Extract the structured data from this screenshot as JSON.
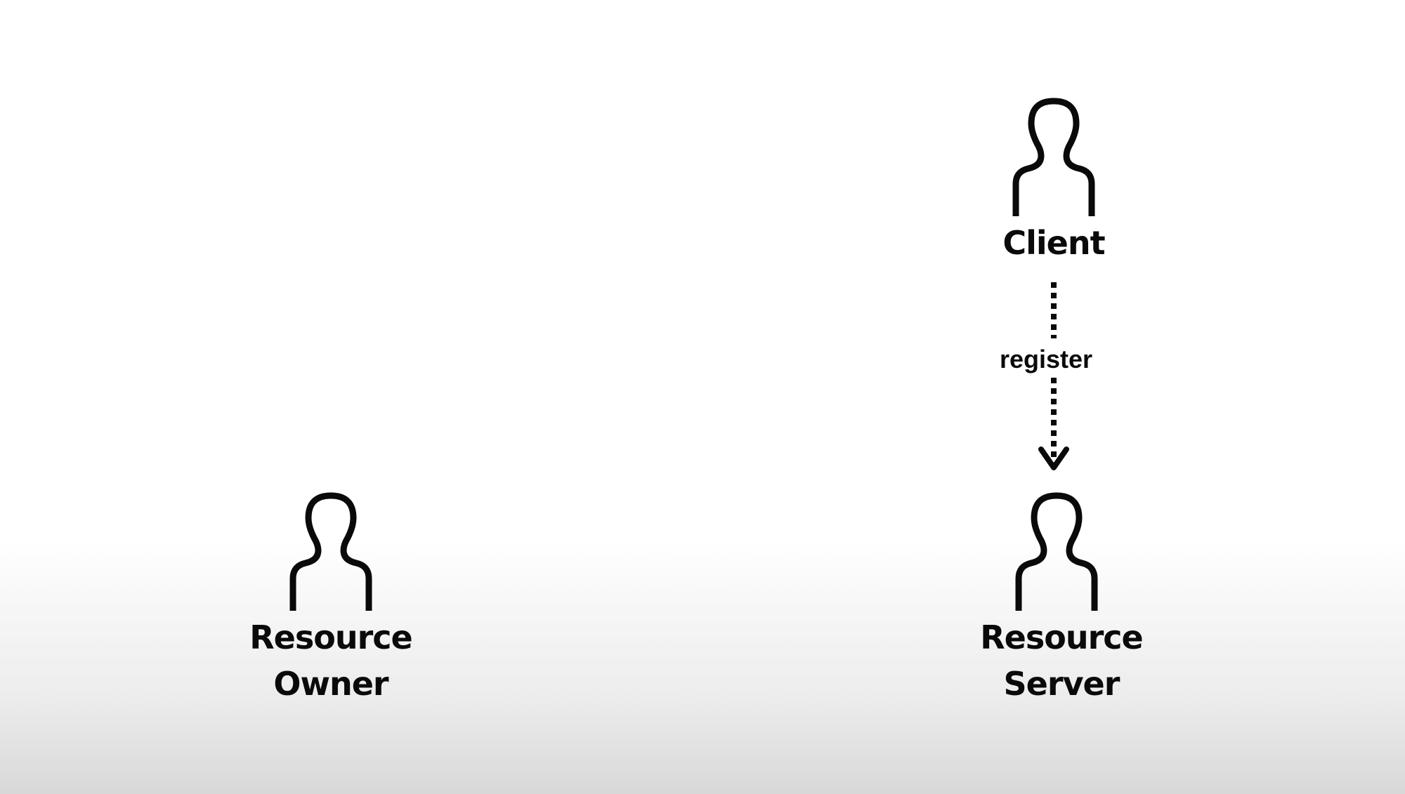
{
  "diagram": {
    "actors": {
      "client": {
        "label_line1": "Client",
        "icon": "person-icon"
      },
      "resource_owner": {
        "label_line1": "Resource",
        "label_line2": "Owner",
        "icon": "person-icon"
      },
      "resource_server": {
        "label_line1": "Resource",
        "label_line2": "Server",
        "icon": "person-icon"
      }
    },
    "edges": {
      "client_to_server": {
        "label": "register",
        "style": "dotted",
        "direction": "client-to-resource-server"
      }
    },
    "colors": {
      "stroke": "#0a0a0a",
      "background_top": "#ffffff",
      "background_bottom": "#d8d8d8"
    }
  }
}
